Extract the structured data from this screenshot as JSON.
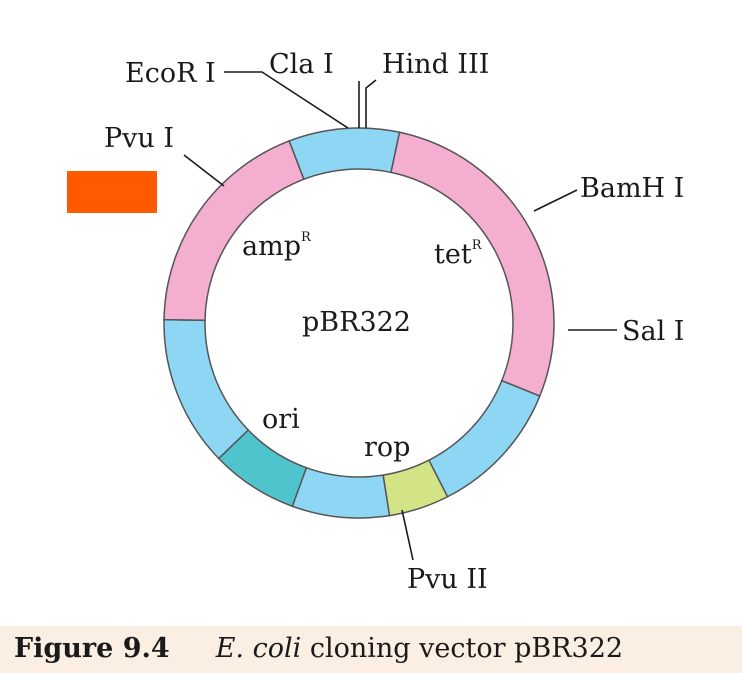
{
  "plasmid": {
    "name": "pBR322",
    "genes": {
      "amp": {
        "text": "amp",
        "sup": "R"
      },
      "tet": {
        "text": "tet",
        "sup": "R"
      },
      "ori": "ori",
      "rop": "rop"
    },
    "sites": {
      "ecor1": "EcoR I",
      "cla1": "Cla I",
      "hind3": "Hind III",
      "bamh1": "BamH I",
      "sal1": "Sal I",
      "pvu1": "Pvu I",
      "pvu2": "Pvu II"
    }
  },
  "colors": {
    "blue": "#8dd6f4",
    "pink": "#f3aed0",
    "teal": "#50c4cc",
    "green": "#d3e487",
    "orange": "#ff5a00",
    "caption_bg": "#fbeee2"
  },
  "caption": {
    "number": "Figure 9.4",
    "organism": "E. coli",
    "text": " cloning vector pBR322"
  }
}
